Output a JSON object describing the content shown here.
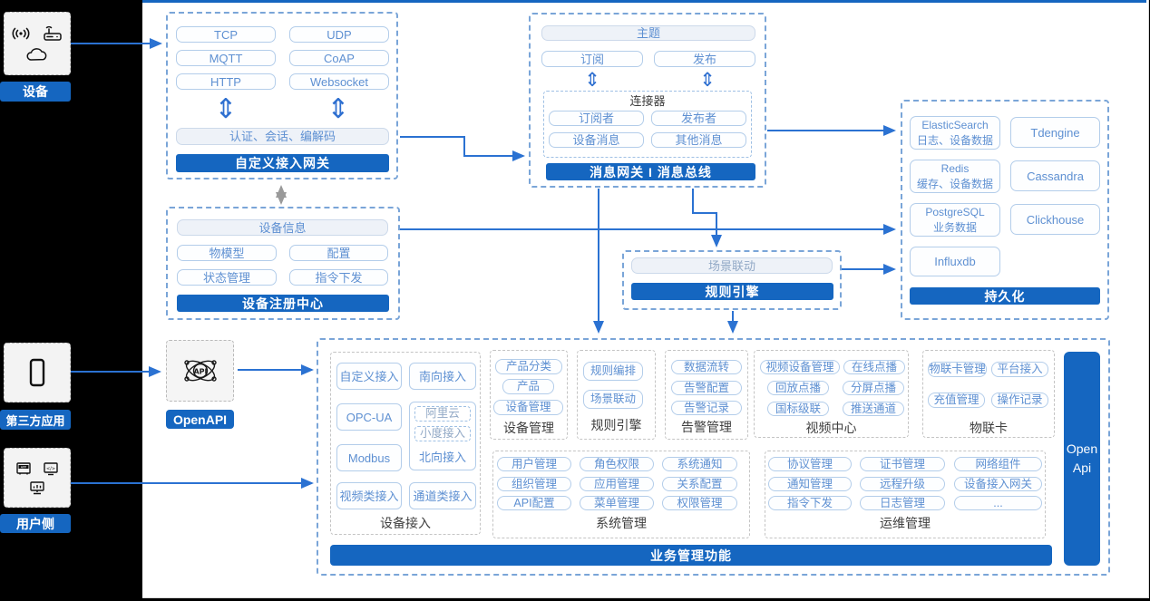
{
  "colors": {
    "accent": "#1566c0",
    "arrow": "#2b72d2",
    "pill_border": "#b3cdea",
    "pill_text": "#5e90d2"
  },
  "left": {
    "device_label": "设备",
    "third_party_label": "第三方应用",
    "user_side_label": "用户侧"
  },
  "gateway": {
    "pills": [
      "TCP",
      "UDP",
      "MQTT",
      "CoAP",
      "HTTP",
      "Websocket"
    ],
    "wide": "认证、会话、编解码",
    "bar": "自定义接入网关"
  },
  "message": {
    "topic": "主题",
    "sub": "订阅",
    "pub": "发布",
    "connector": {
      "title": "连接器",
      "pills": [
        "订阅者",
        "发布者",
        "设备消息",
        "其他消息"
      ]
    },
    "bar": "消息网关 I 消息总线"
  },
  "persist": {
    "items": [
      {
        "title": "ElasticSearch",
        "sub": "日志、设备数据"
      },
      {
        "title": "Tdengine",
        "sub": ""
      },
      {
        "title": "Redis",
        "sub": "缓存、设备数据"
      },
      {
        "title": "Cassandra",
        "sub": ""
      },
      {
        "title": "PostgreSQL",
        "sub": "业务数据"
      },
      {
        "title": "Clickhouse",
        "sub": ""
      },
      {
        "title": "Influxdb",
        "sub": ""
      }
    ],
    "bar": "持久化"
  },
  "registry": {
    "wide": "设备信息",
    "pills": [
      "物模型",
      "配置",
      "状态管理",
      "指令下发"
    ],
    "bar": "设备注册中心"
  },
  "rule": {
    "pill": "场景联动",
    "bar": "规则引擎"
  },
  "openapi": {
    "label": "OpenAPI"
  },
  "biz": {
    "access": {
      "label": "设备接入",
      "pills": [
        "自定义接入",
        "南向接入",
        "OPC-UA",
        "Modbus",
        "视频类接入",
        "通道类接入"
      ],
      "north": {
        "a": "阿里云",
        "b": "小度接入",
        "c": "北向接入"
      }
    },
    "devmgmt": {
      "label": "设备管理",
      "pills": [
        "产品分类",
        "产品",
        "设备管理"
      ]
    },
    "ruleeng": {
      "label": "规则引擎",
      "pills": [
        "规则编排",
        "场景联动"
      ]
    },
    "alarm": {
      "label": "告警管理",
      "pills": [
        "数据流转",
        "告警配置",
        "告警记录"
      ]
    },
    "video": {
      "label": "视频中心",
      "pills": [
        "视频设备管理",
        "在线点播",
        "回放点播",
        "分屏点播",
        "国标级联",
        "推送通道"
      ]
    },
    "iotcard": {
      "label": "物联卡",
      "pills": [
        "物联卡管理",
        "平台接入",
        "充值管理",
        "操作记录"
      ]
    },
    "sysmgmt": {
      "label": "系统管理",
      "pills": [
        "用户管理",
        "角色权限",
        "系统通知",
        "组织管理",
        "应用管理",
        "关系配置",
        "API配置",
        "菜单管理",
        "权限管理"
      ]
    },
    "ops": {
      "label": "运维管理",
      "pills": [
        "协议管理",
        "证书管理",
        "网络组件",
        "通知管理",
        "远程升级",
        "设备接入网关",
        "指令下发",
        "日志管理",
        "..."
      ]
    },
    "bar": "业务管理功能",
    "open_api_bar": "Open Api"
  }
}
